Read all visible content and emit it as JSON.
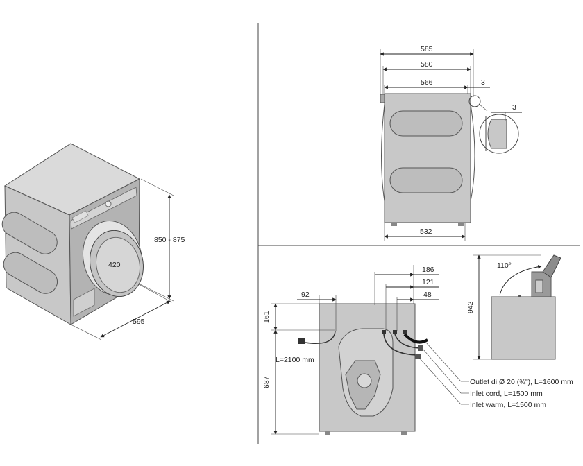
{
  "isometric_view": {
    "height_label": "850 - 875",
    "width_label": "595",
    "door_label": "420"
  },
  "side_view": {
    "dim_top_1": "585",
    "dim_top_2": "580",
    "dim_top_3": "566",
    "dim_gap": "3",
    "dim_detail": "3",
    "dim_bottom": "532"
  },
  "rear_view": {
    "dim_186": "186",
    "dim_121": "121",
    "dim_48": "48",
    "dim_92": "92",
    "dim_161": "161",
    "dim_687": "687",
    "cord_length": "L=2100 mm",
    "outlet_label": "Outlet di Ø 20 (¾\"), L=1600 mm",
    "inlet_cord_label": "Inlet cord, L=1500 mm",
    "inlet_warm_label": "Inlet warm, L=1500 mm"
  },
  "lid_view": {
    "angle_label": "110°",
    "height_label": "942"
  }
}
